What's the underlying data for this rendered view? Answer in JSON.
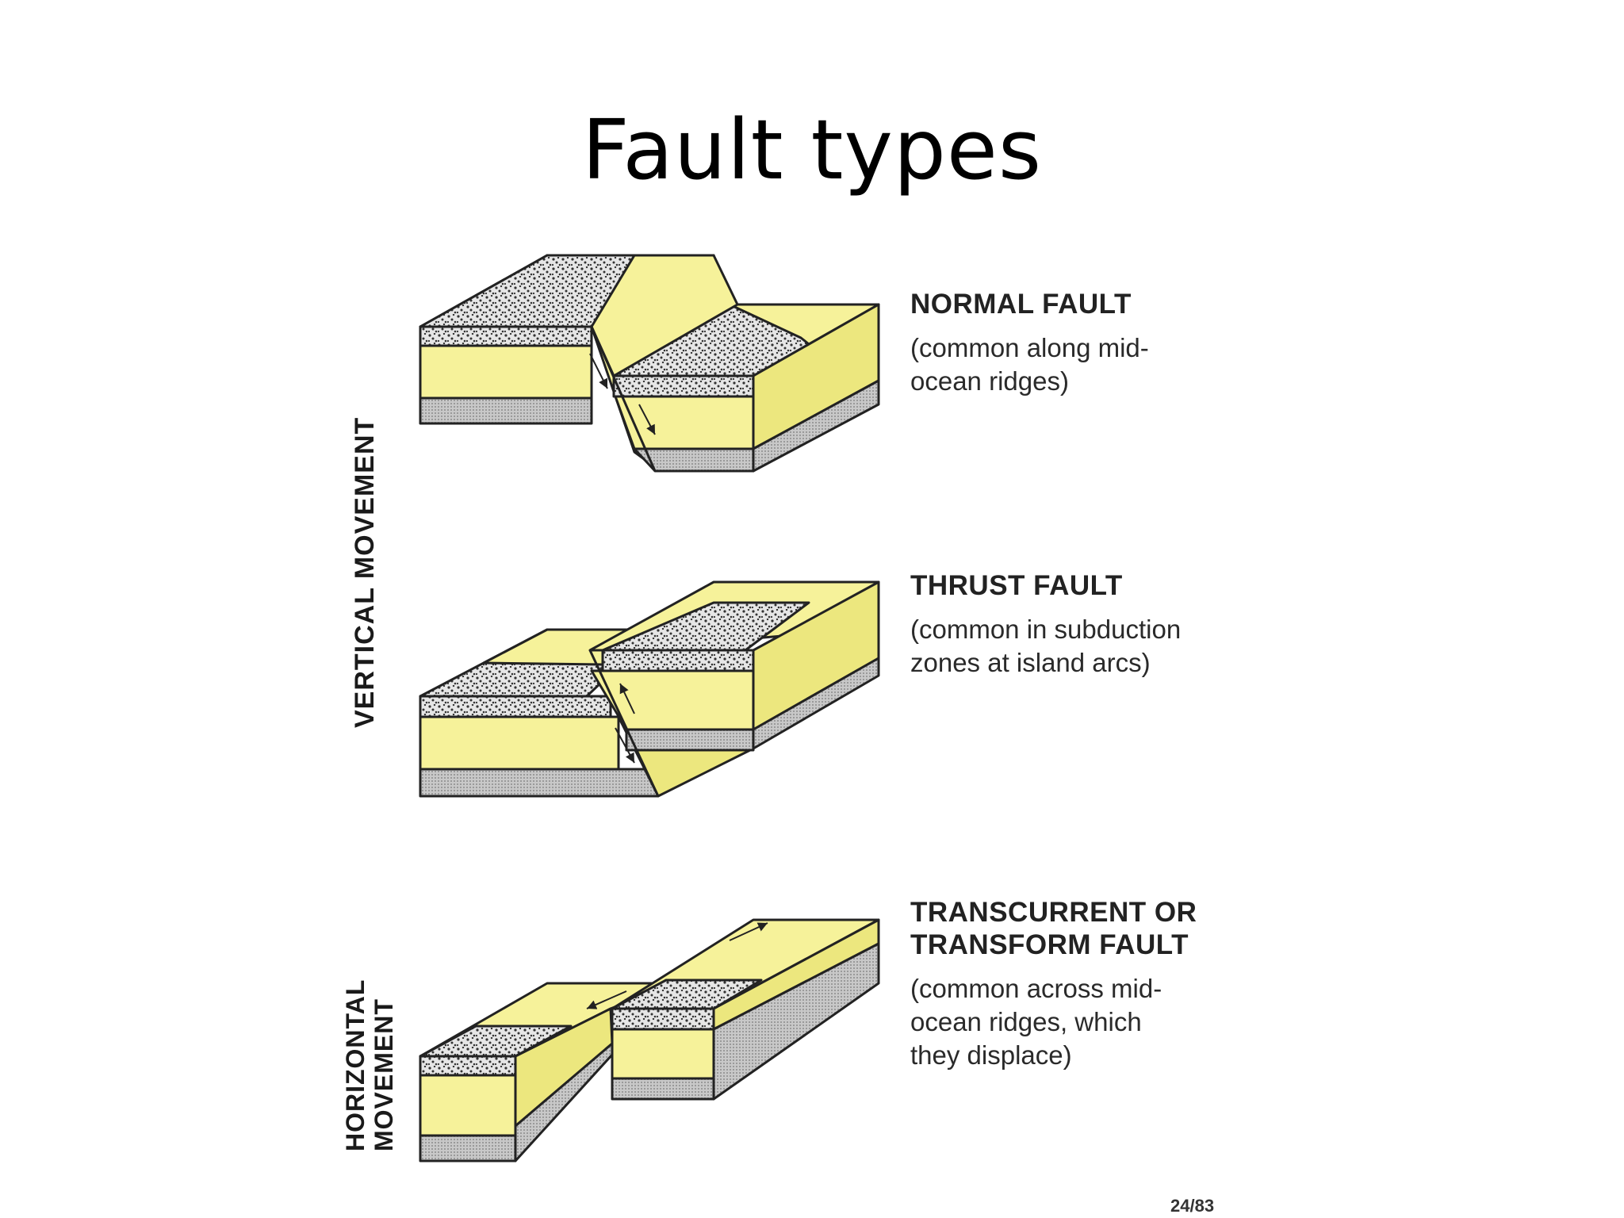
{
  "title": "Fault types",
  "side_labels": {
    "vertical": "VERTICAL MOVEMENT",
    "horizontal_line1": "HORIZONTAL",
    "horizontal_line2": "MOVEMENT"
  },
  "faults": [
    {
      "heading": "NORMAL FAULT",
      "desc_line1": "(common along mid-",
      "desc_line2": "ocean ridges)"
    },
    {
      "heading": "THRUST FAULT",
      "desc_line1": "(common in subduction",
      "desc_line2": "zones at island arcs)"
    },
    {
      "heading_line1": "TRANSCURRENT OR",
      "heading_line2": "TRANSFORM FAULT",
      "desc_line1": "(common across mid-",
      "desc_line2": "ocean ridges, which",
      "desc_line3": "they displace)"
    }
  ],
  "page_number": "24/83",
  "colors": {
    "block_yellow": "#f6f29a",
    "block_side": "#ece77e",
    "outline": "#222222",
    "stipple_bg": "#e6e6e6",
    "grey_layer": "#bdbdbd"
  }
}
